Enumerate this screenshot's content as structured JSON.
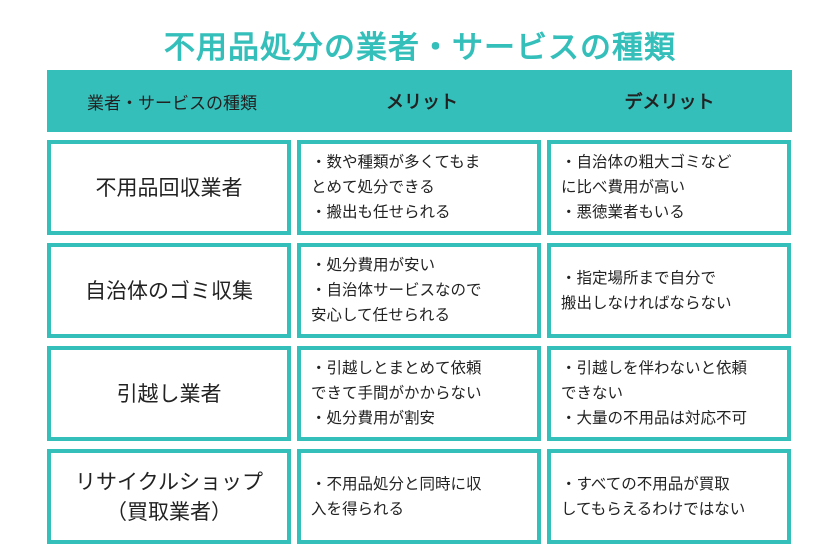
{
  "title": "不用品処分の業者・サービスの種類",
  "header": {
    "type": "業者・サービスの種類",
    "merit": "メリット",
    "demerit": "デメリット"
  },
  "rows": [
    {
      "name": [
        "不用品回収業者"
      ],
      "merit": [
        "・数や種類が多くてもま",
        "とめて処分できる",
        "・搬出も任せられる"
      ],
      "demerit": [
        "・自治体の粗大ゴミなど",
        "に比べ費用が高い",
        "・悪徳業者もいる"
      ]
    },
    {
      "name": [
        "自治体のゴミ収集"
      ],
      "merit": [
        "・処分費用が安い",
        "・自治体サービスなので",
        "安心して任せられる"
      ],
      "demerit": [
        "・指定場所まで自分で",
        "搬出しなければならない"
      ]
    },
    {
      "name": [
        "引越し業者"
      ],
      "merit": [
        "・引越しとまとめて依頼",
        "できて手間がかからない",
        "・処分費用が割安"
      ],
      "demerit": [
        "・引越しを伴わないと依頼",
        "できない",
        "・大量の不用品は対応不可"
      ]
    },
    {
      "name": [
        "リサイクルショップ",
        "（買取業者）"
      ],
      "merit": [
        "・不用品処分と同時に収",
        "入を得られる"
      ],
      "demerit": [
        "・すべての不用品が買取",
        "してもらえるわけではない"
      ]
    }
  ]
}
